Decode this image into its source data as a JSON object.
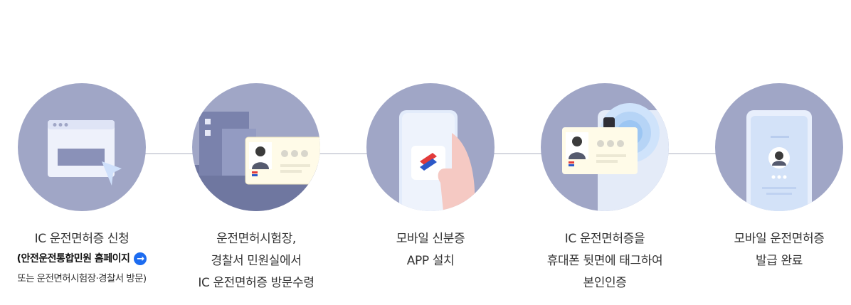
{
  "steps": [
    {
      "icon": "browser-cursor-icon",
      "lines": [
        "IC 운전면허증 신청"
      ],
      "link_text": "(안전운전통합민원 홈페이지",
      "note": "또는 운전면허시험장·경찰서 방문)"
    },
    {
      "icon": "building-id-card-icon",
      "lines": [
        "운전면허시험장,",
        "경찰서 민원실에서",
        "IC 운전면허증 방문수령"
      ]
    },
    {
      "icon": "smartphone-app-icon",
      "lines": [
        "모바일 신분증",
        "APP 설치"
      ]
    },
    {
      "icon": "card-tag-phone-icon",
      "lines": [
        "IC 운전면허증을",
        "휴대폰 뒷면에 태그하여",
        "본인인증"
      ]
    },
    {
      "icon": "mobile-license-icon",
      "lines": [
        "모바일 운전면허증",
        "발급 완료"
      ]
    }
  ],
  "colors": {
    "circle": "#a0a6c6",
    "link_arrow": "#1d6cf0",
    "connector": "#d6d8e0"
  }
}
